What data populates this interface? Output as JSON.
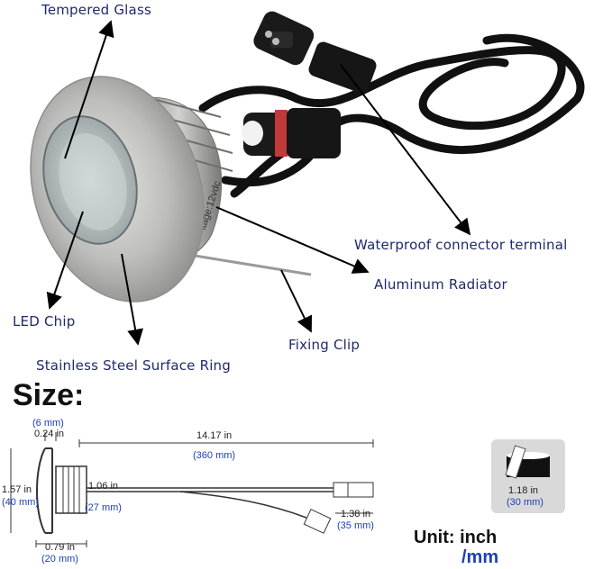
{
  "labels": {
    "tempered_glass": "Tempered Glass",
    "waterproof_connector": "Waterproof connector terminal",
    "aluminum_radiator": "Aluminum Radiator",
    "led_chip": "LED Chip",
    "fixing_clip": "Fixing Clip",
    "stainless_ring": "Stainless Steel Surface Ring",
    "voltage_print": "ltage:12vdc"
  },
  "size": {
    "title": "Size:",
    "glass_depth_mm": "(6 mm)",
    "glass_depth_in": "0.24 in",
    "cable_in": "14.17 in",
    "cable_mm": "(360 mm)",
    "diameter_in": "1.57 in",
    "diameter_mm": "(40 mm)",
    "body_dia_in": "1.06 in",
    "body_dia_mm": "(27 mm)",
    "connector_in": "1.38 in",
    "connector_mm": "(35 mm)",
    "body_len_in": "0.79 in",
    "body_len_mm": "(20 mm)",
    "cutout_in": "1.18 in",
    "cutout_mm": "(30 mm)"
  },
  "unit": {
    "line1": "Unit: inch",
    "line2": "/mm"
  }
}
